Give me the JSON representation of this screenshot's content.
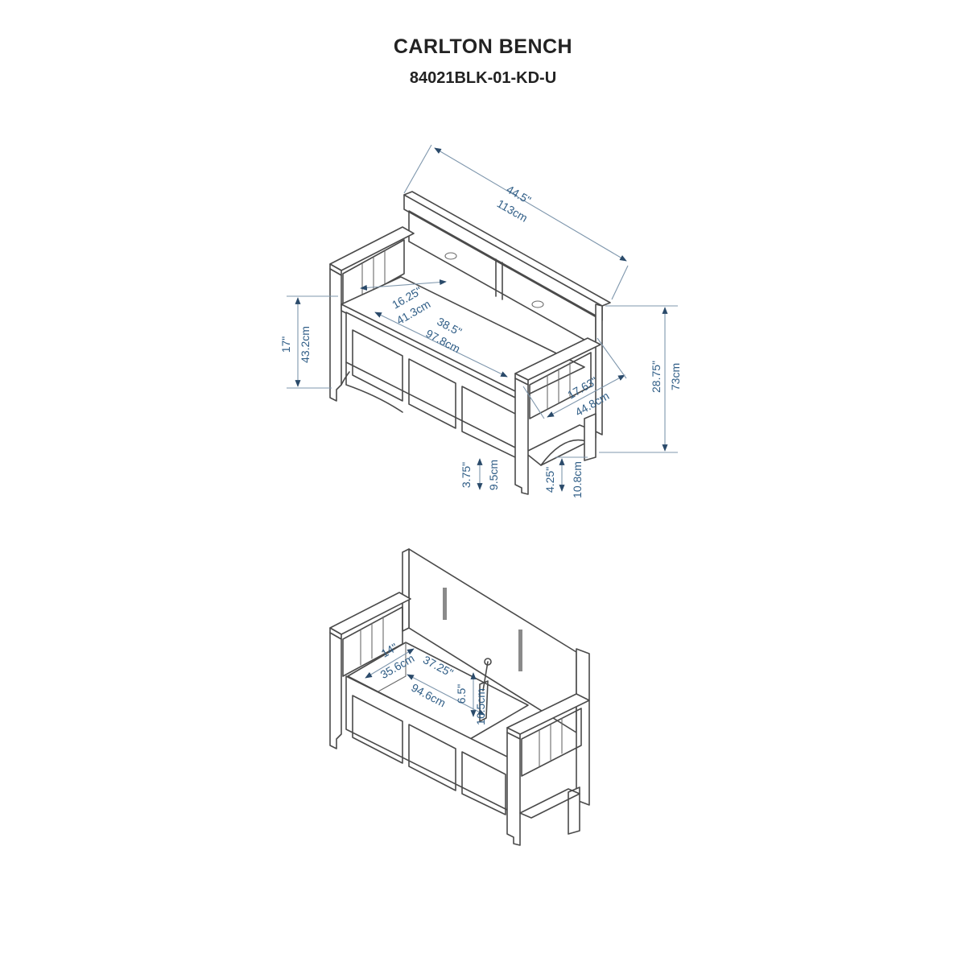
{
  "title": "CARLTON BENCH",
  "model": "84021BLK-01-KD-U",
  "colors": {
    "line": "#4a4a4a",
    "dimension_line": "#7f97ad",
    "dimension_text": "#2f5d86",
    "title": "#222222"
  },
  "dimensions_top": {
    "width_in": "44.5\"",
    "width_cm": "113cm",
    "seat_depth_in": "16.25\"",
    "seat_depth_cm": "41.3cm",
    "seat_width_in": "38.5\"",
    "seat_width_cm": "97.8cm",
    "seat_height_in": "17\"",
    "seat_height_cm": "43.2cm",
    "overall_height_in": "28.75\"",
    "overall_height_cm": "73cm",
    "overall_depth_in": "17.63\"",
    "overall_depth_cm": "44.8cm",
    "front_clearance_in": "3.75\"",
    "front_clearance_cm": "9.5cm",
    "side_clearance_in": "4.25\"",
    "side_clearance_cm": "10.8cm"
  },
  "dimensions_bottom": {
    "storage_depth_in": "14\"",
    "storage_depth_cm": "35.6cm",
    "storage_width_in": "37.25\"",
    "storage_width_cm": "94.6cm",
    "storage_height_in": "6.5\"",
    "storage_height_cm": "16.5cm"
  }
}
